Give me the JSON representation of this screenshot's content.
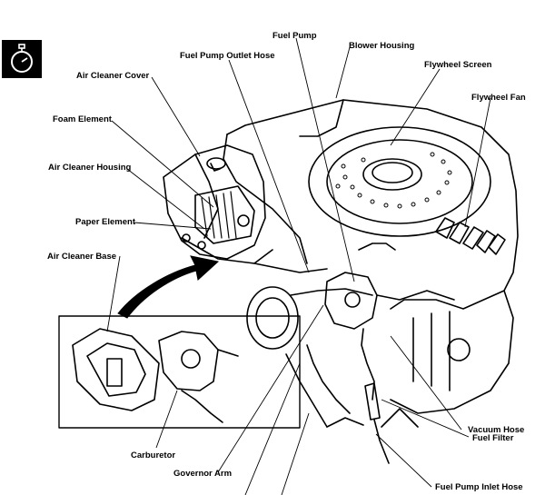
{
  "labels": {
    "fuel_pump": "Fuel Pump",
    "blower_housing": "Blower Housing",
    "fuel_pump_outlet_hose": "Fuel Pump Outlet Hose",
    "flywheel_screen": "Flywheel Screen",
    "air_cleaner_cover": "Air Cleaner Cover",
    "flywheel_fan": "Flywheel Fan",
    "foam_element": "Foam Element",
    "air_cleaner_housing": "Air Cleaner Housing",
    "paper_element": "Paper Element",
    "air_cleaner_base": "Air Cleaner Base",
    "carburetor": "Carburetor",
    "governor_arm": "Governor Arm",
    "vacuum_hose": "Vacuum Hose",
    "fuel_filter": "Fuel Filter",
    "fuel_pump_inlet_hose": "Fuel Pump Inlet Hose"
  },
  "badge": {
    "icon": "stopwatch-icon",
    "color": "#000000"
  }
}
